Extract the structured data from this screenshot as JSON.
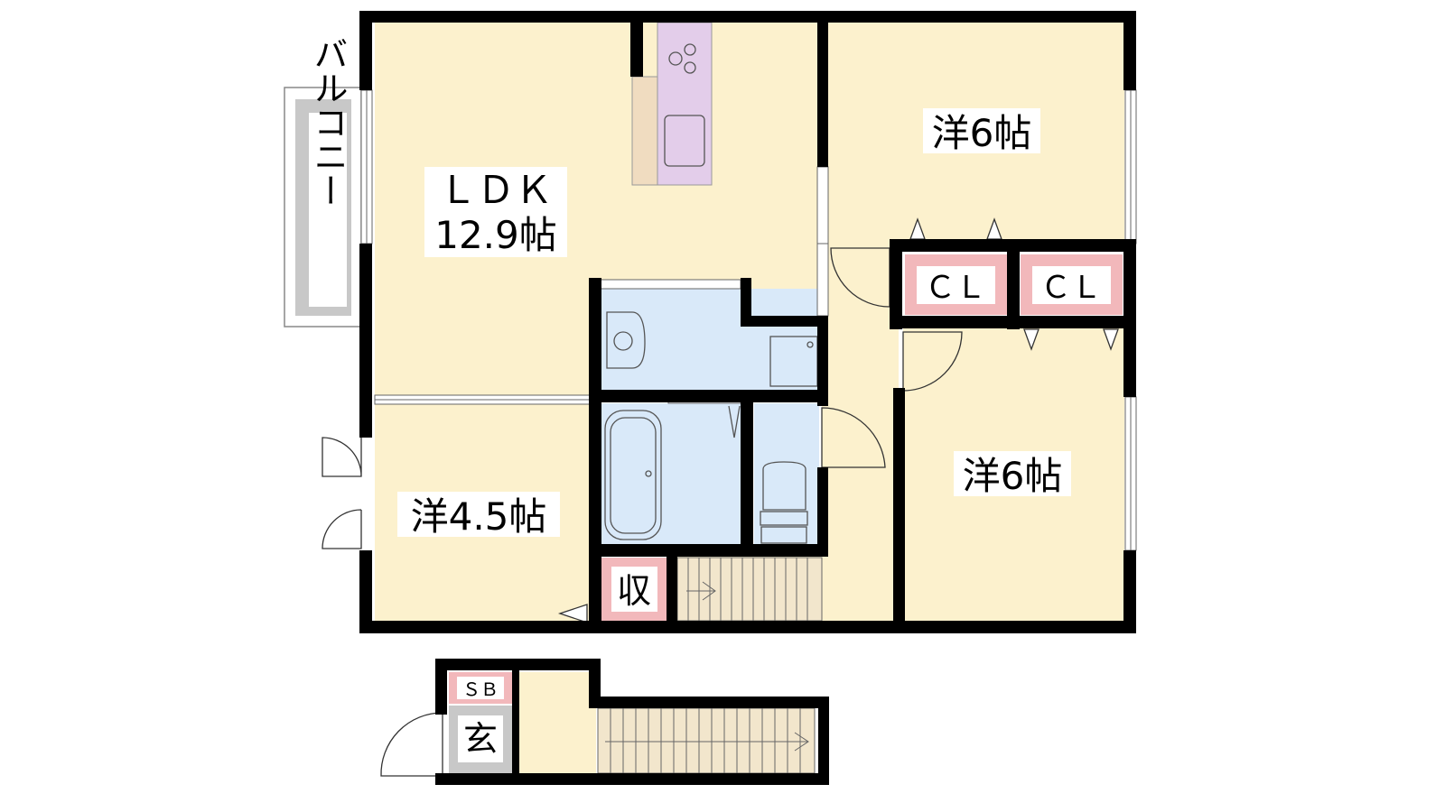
{
  "rooms": {
    "ldk": {
      "name": "ＬＤＫ",
      "size": "12.9帖"
    },
    "west_upper_right": {
      "label": "洋6帖"
    },
    "west_lower_right": {
      "label": "洋6帖"
    },
    "west_small": {
      "label": "洋4.5帖"
    },
    "closet_left": {
      "label": "ＣＬ"
    },
    "closet_right": {
      "label": "ＣＬ"
    },
    "storage": {
      "label": "収"
    },
    "shoe_box": {
      "label": "ＳＢ"
    },
    "entrance": {
      "label": "玄"
    },
    "balcony": {
      "label": "バルコニー"
    }
  },
  "colors": {
    "floor": "#fcf1cd",
    "wet_area": "#d9e9f9",
    "kitchen": "#e3cdea",
    "storage_accent": "#f2b8bb",
    "wall": "#000000",
    "balcony": "#c8c8c8",
    "stairs": "#f2e6cc"
  }
}
